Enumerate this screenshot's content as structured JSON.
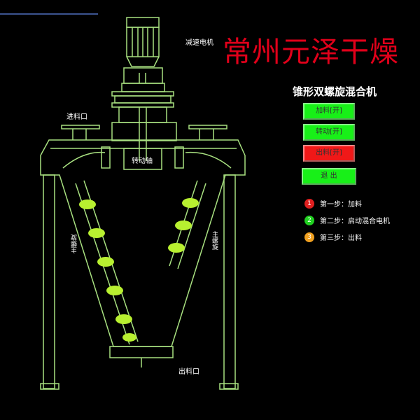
{
  "brand": "常州元泽干燥",
  "panel_title": "锥形双螺旋混合机",
  "labels": {
    "motor": "减速电机",
    "inlet": "进料口",
    "shaft": "转动轴",
    "outlet": "出料口",
    "screw_left": "主螺旋",
    "screw_right": "主螺旋"
  },
  "buttons": [
    {
      "label": "加料[开]",
      "color": "#18f018"
    },
    {
      "label": "转动[开]",
      "color": "#18f018"
    },
    {
      "label": "出料[开]",
      "color": "#f01818"
    },
    {
      "label": "退 出",
      "color": "#18f018"
    }
  ],
  "steps": [
    {
      "num": "1",
      "text": "第一步：加料",
      "color": "#e02020"
    },
    {
      "num": "2",
      "text": "第二步：启动混合电机",
      "color": "#20d020"
    },
    {
      "num": "3",
      "text": "第三步：出料",
      "color": "#f0a020"
    }
  ]
}
